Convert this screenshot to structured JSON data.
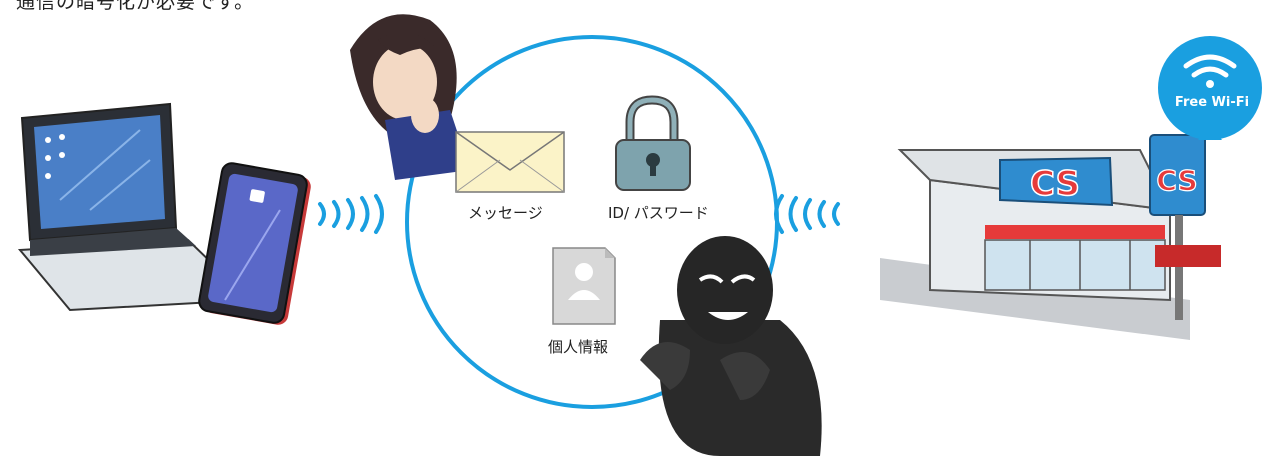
{
  "heading": "通信の暗号化が必要です。",
  "items": {
    "message": "メッセージ",
    "password": "ID/ パスワード",
    "personal_info": "個人情報"
  },
  "wifi_badge": {
    "label": "Free Wi-Fi",
    "color": "#1a9fe0"
  },
  "store_sign": {
    "letters": "CS",
    "sub_sign": "CS"
  },
  "colors": {
    "accent": "#1a9fe0",
    "circle": "#1a9fe0"
  }
}
